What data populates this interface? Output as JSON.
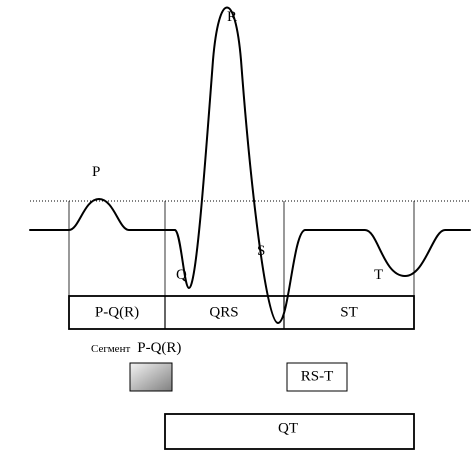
{
  "waves": {
    "p": "P",
    "q": "Q",
    "r": "R",
    "s": "S",
    "t": "T"
  },
  "intervals": {
    "pq": "P-Q(R)",
    "qrs": "QRS",
    "st": "ST",
    "rst": "RS-T",
    "qt": "QT"
  },
  "segment_label": {
    "prefix": "Сегмент",
    "suffix": "P-Q(R)"
  },
  "colors": {
    "line": "#000000",
    "background": "#ffffff",
    "swatch_light": "#f4f4f4",
    "swatch_dark": "#808080"
  }
}
